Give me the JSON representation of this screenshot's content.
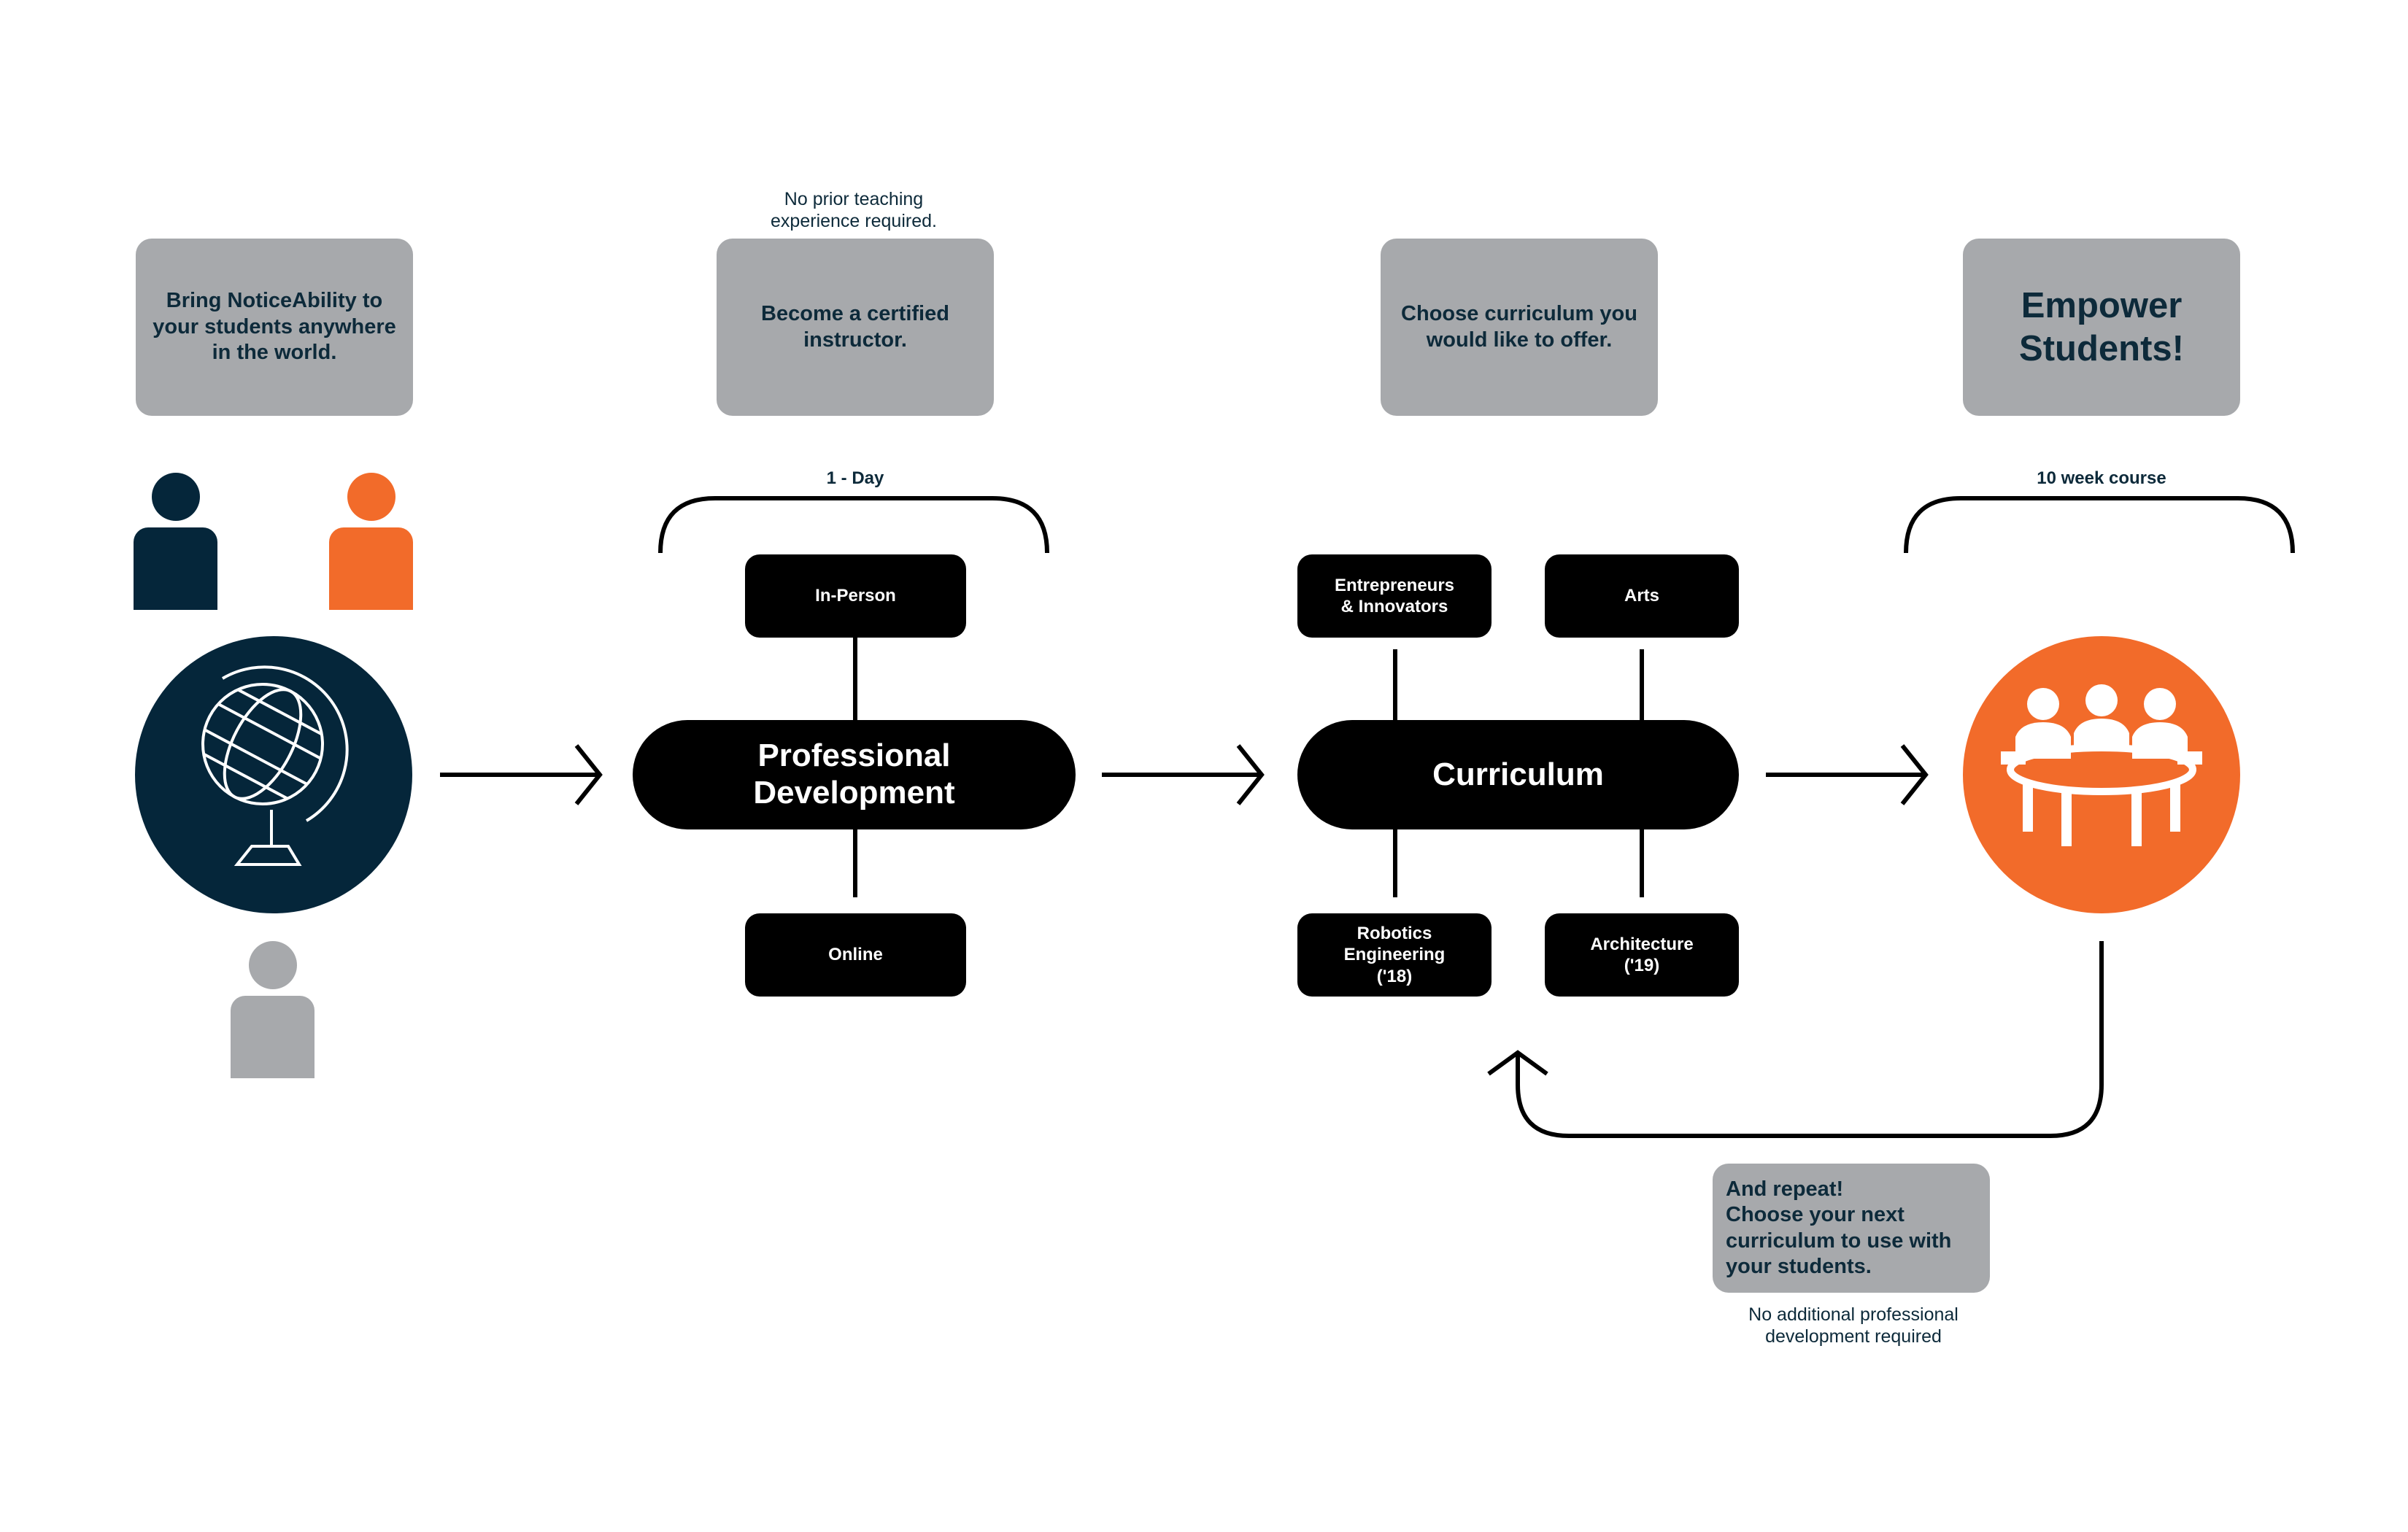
{
  "colors": {
    "navy": "#05263a",
    "orange": "#f26b2a",
    "gray": "#a7a9ac",
    "black": "#000000",
    "text": "#0d2a3a"
  },
  "steps": {
    "bring": "Bring NoticeAbility to\nyour students anywhere\nin the world.",
    "certify": "Become a certified\ninstructor.",
    "certify_note": "No prior teaching\nexperience required.",
    "choose": "Choose curriculum you\nwould like to offer.",
    "empower": "Empower\nStudents!"
  },
  "professional_development": {
    "title": "Professional\nDevelopment",
    "duration": "1 - Day",
    "options": [
      "In-Person",
      "Online"
    ]
  },
  "curriculum": {
    "title": "Curriculum",
    "options": [
      "Entrepreneurs\n& Innovators",
      "Arts",
      "Robotics\nEngineering\n('18)",
      "Architecture\n('19)"
    ]
  },
  "course": {
    "duration": "10 week course"
  },
  "repeat": {
    "text": "And repeat!\nChoose your next\ncurriculum to use with\nyour students.",
    "note": "No additional professional\ndevelopment required"
  },
  "icons": {
    "globe": "globe-icon",
    "classroom": "classroom-table-icon",
    "people": [
      "person-navy-icon",
      "person-orange-icon",
      "person-gray-icon"
    ]
  }
}
